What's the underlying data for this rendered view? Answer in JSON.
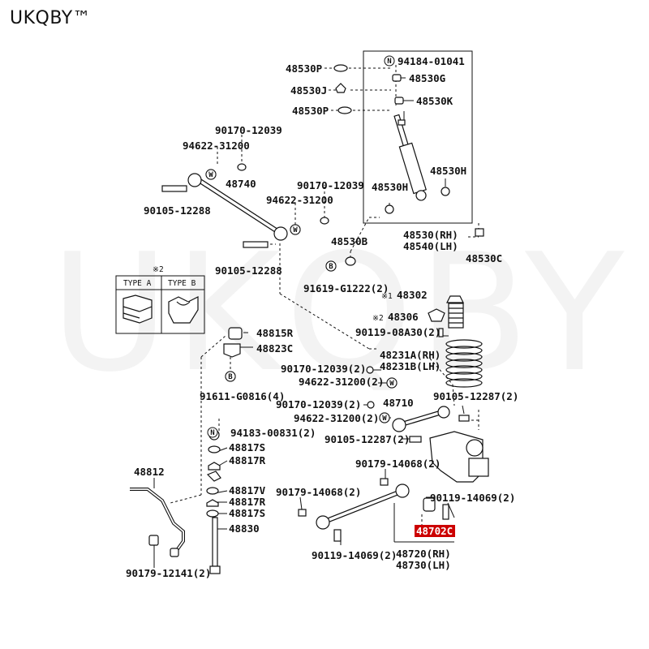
{
  "brand": "UKQBY™",
  "watermark": "UKQBY™",
  "parts": {
    "p48530P_top": "48530P",
    "p94184_01041": "94184-01041",
    "p48530G": "48530G",
    "p48530J": "48530J",
    "p48530K": "48530K",
    "p48530P_b": "48530P",
    "p90170_12039_a": "90170-12039",
    "p94622_31200_a": "94622-31200",
    "p48740": "48740",
    "p90170_12039_b": "90170-12039",
    "p94622_31200_b": "94622-31200",
    "p90105_12288_a": "90105-12288",
    "p48530H_a": "48530H",
    "p48530H_b": "48530H",
    "p48530B": "48530B",
    "p48530RH": "48530(RH)",
    "p48540LH": "48540(LH)",
    "p48530C": "48530C",
    "p90105_12288_b": "90105-12288",
    "p91619": "91619-G1222(2)",
    "p48302": "48302",
    "p48306": "48306",
    "p90119_08A30": "90119-08A30(2)",
    "p48815R": "48815R",
    "p48823C": "48823C",
    "p48231A": "48231A(RH)",
    "p48231B": "48231B(LH)",
    "p90170_12039_2a": "90170-12039(2)",
    "p94622_31200_2a": "94622-31200(2)",
    "p91611": "91611-G0816(4)",
    "p90105_12287_a": "90105-12287(2)",
    "p90170_12039_2b": "90170-12039(2)",
    "p48710": "48710",
    "p94622_31200_2b": "94622-31200(2)",
    "p94183": "94183-00831(2)",
    "p90105_12287_b": "90105-12287(2)",
    "p48817S_a": "48817S",
    "p48817R_a": "48817R",
    "p90179_14068_a": "90179-14068(2)",
    "p48812": "48812",
    "p48817V": "48817V",
    "p48817R_b": "48817R",
    "p48817S_b": "48817S",
    "p90179_14068_b": "90179-14068(2)",
    "p90119_14069_a": "90119-14069(2)",
    "p48702C": "48702C",
    "p48830": "48830",
    "p90119_14069_b": "90119-14069(2)",
    "p48720RH": "48720(RH)",
    "p48730LH": "48730(LH)",
    "p90179_12141": "90179-12141(2)"
  },
  "symbols": {
    "n": "N",
    "w": "W",
    "b": "B",
    "note1": "※1",
    "note2": "※2"
  },
  "type_box": {
    "note": "※2",
    "type_a": "TYPE A",
    "type_b": "TYPE B"
  },
  "colors": {
    "highlight": "#cc0000",
    "line": "#111111"
  }
}
